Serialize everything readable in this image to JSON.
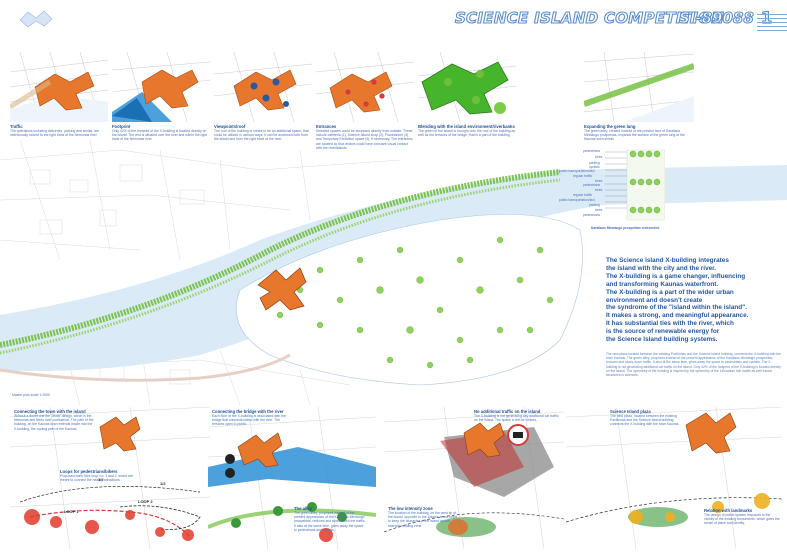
{
  "header": {
    "title": "SCIENCE ISLAND COMPETITION",
    "code": "SI-89088",
    "sheet_number": "1"
  },
  "top_panels": [
    {
      "title": "Traffic",
      "text": "The operations including deliveries, parking and similar, are intentionally moved to the right bank of the Nemunas river."
    },
    {
      "title": "Footprint",
      "text": "Only 42% of the footprint of the X-building is located directly on the island. The rest is situated over the river and within the right bank of the Nemunas river."
    },
    {
      "title": "Viewpoints/roof",
      "text": "The roof of the building is meant to be an additional space, that could be utilized in various ways. It can be accessed both from the island and from the right bank of the river."
    },
    {
      "title": "Entrances",
      "text": "Selected spaces could be accessed directly from outside. These include cafeteria (1), Science Island shop (2), Planetarium (3) and Temporary Exhibition space (4). If necessary. The entrances are located so that visitors could have constant visual contact with the river/islands."
    },
    {
      "title": "Blending with the island environment/riverbanks",
      "text": "The green of the island is brought onto the roof of the building as well as the terraces of the bridge, that is a part of the building."
    },
    {
      "title": "Expanding the green lung",
      "text": "The green alley, created instead of the present face of Karaliaus Mindaugo prospektas, expands the surface of the green lung of the Kaunas town shield."
    }
  ],
  "legend": {
    "labels": [
      "pedestrians",
      "trees",
      "parking",
      "cyclists",
      "public transportation/taxi",
      "regular traffic",
      "trees",
      "pedestrians",
      "trees",
      "regular traffic",
      "public transportation/taxi",
      "parking",
      "trees",
      "pedestrians"
    ],
    "caption": "Karaliaus Mindaugo prospektas redesented"
  },
  "statement": {
    "lines": [
      "The Science island X-building integrates",
      "the island with the city and the river.",
      "The X-building is a game changer, influencing",
      "and transforming Kaunas waterfront.",
      "The X-building is a part of the wider urban",
      "environment and doesn't create",
      "the syndrome of the \"island within the island\".",
      "It makes a strong, and meaningful appearance.",
      "It has substantial ties with the river, which",
      "is the source of renewable energy for",
      "the Science Island building systems."
    ],
    "sub_text": "The new plaza located between the existing Pavilionas and the Science Island building, connects the X-building with the town Kaunas. The green alley, proposed instead of the present appearance of the Karaliaus Mindaugo prospektas, reduces and slows down traffic. It also at the same time, gives away the space to pedestrians and cyclists. The X-building is not generating additional car traffic on the island. Only 42% of the footprint of the X-building is located directly on the island. The symmetry of the building is inspired by the symmetry of the Lithuanian folk motifs as well fractal structures in sciences."
  },
  "scale": "Master plan scale 1:2000",
  "bottom_panels": [
    {
      "title": "Connecting the town with the island",
      "text": "Without a doubt one the 'Jewel' design, which is the Nemunas and Neris river confluence. The path of the building, on the Kaunas town extends inside into the X-building, the cycling path of the Kaunas."
    },
    {
      "title": "Loops for pedestrians/bikers",
      "text": "Proposed main 'bike loop' no. 1 and 2, which are meant to connect the nearby attractions."
    },
    {
      "title": "Connecting the bridge with the river",
      "text": "Each floor of the X-building is associated with the bridge that connects island with the river. The terraces open to public."
    },
    {
      "title": "The alley",
      "text": "The green alley, proposed instead of the present appearance of the Karaliaus Mindaugo prospektas, reduces and slows down the traffic. It also at the same time, gives away the space to pedestrians and cyclists."
    },
    {
      "title": "No additional traffic on the island",
      "text": "The X-building is not generating any additional car traffic on the island. The space is left for visitors."
    },
    {
      "title": "The low intensity zone",
      "text": "The location of the building, on the west tip of the island, opposite to the Zalgiris arena helps to keep the character of the island as low intensity building zone."
    },
    {
      "title": "Science Island plaza",
      "text": "The new plaza, located between the existing Pavilionas and the Science Island building, connects the X-building with the town Kaunas."
    },
    {
      "title": "Relation with landmarks",
      "text": "The design of public spaces responds to the vicinity of the existing monuments, which gives the sense of place and identity."
    }
  ],
  "loops": {
    "loop1": "LOOP 1",
    "loop2": "LOOP 2",
    "half_a": "1/2",
    "half_b": "1/2"
  },
  "colors": {
    "accent": "#2a5a9e",
    "building": "#e8772e",
    "green": "#6fbf3a",
    "river": "#dbeaf7"
  }
}
